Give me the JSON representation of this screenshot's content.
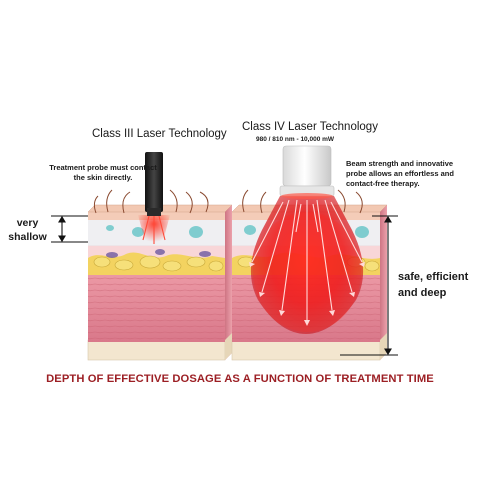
{
  "labels": {
    "class3_title": "Class III Laser Technology",
    "class4_title": "Class IV Laser Technology",
    "class4_spec": "980 / 810 nm  -  10,000 mW",
    "class3_note": "Treatment probe must contact the skin directly.",
    "class4_note": "Beam strength and innovative probe allows an effortless and contact-free therapy.",
    "shallow_label": "very shallow",
    "deep_label": "safe, efficient and deep",
    "caption": "DEPTH OF EFFECTIVE DOSAGE AS A FUNCTION OF TREATMENT TIME"
  },
  "colors": {
    "caption": "#9c1f24",
    "muscle": "#e58a97",
    "fat": "#f2d35a",
    "laser": "#e8161b",
    "epidermis": "#f4ccb8",
    "base": "#f3e6cf"
  }
}
